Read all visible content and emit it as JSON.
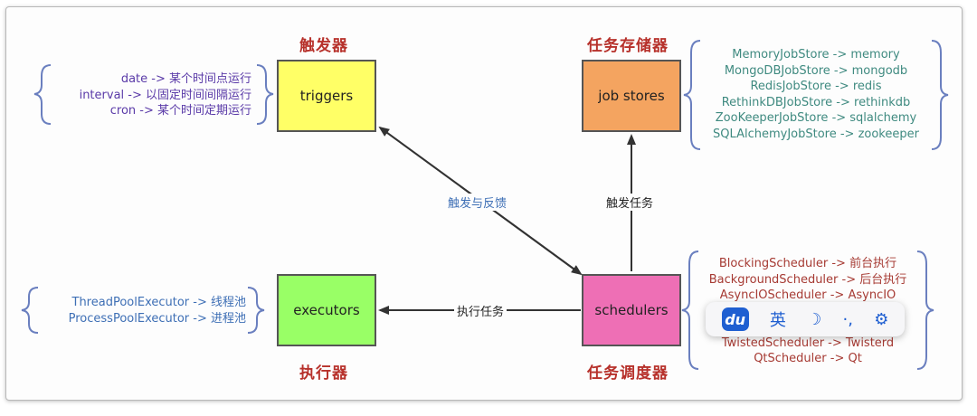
{
  "boxes": {
    "triggers": {
      "label": "triggers",
      "color": "#ffff66"
    },
    "job_stores": {
      "label": "job stores",
      "color": "#f4a460"
    },
    "executors": {
      "label": "executors",
      "color": "#99ff66"
    },
    "schedulers": {
      "label": "schedulers",
      "color": "#ee6fb5"
    }
  },
  "titles": {
    "triggers": "触发器",
    "job_stores": "任务存储器",
    "executors": "执行器",
    "schedulers": "任务调度器"
  },
  "trigger_list": [
    "date -> 某个时间点运行",
    "interval -> 以固定时间间隔运行",
    "cron -> 某个时间定期运行"
  ],
  "jobstore_list": [
    "MemoryJobStore -> memory",
    "MongoDBJobStore -> mongodb",
    "RedisJobStore -> redis",
    "RethinkDBJobStore -> rethinkdb",
    "ZooKeeperJobStore -> sqlalchemy",
    "SQLAlchemyJobStore -> zookeeper"
  ],
  "executor_list": [
    "ThreadPoolExecutor -> 线程池",
    "ProcessPoolExecutor -> 进程池"
  ],
  "scheduler_list": [
    "BlockingScheduler -> 前台执行",
    "BackgroundScheduler -> 后台执行",
    "AsyncIOScheduler -> AsyncIO",
    "",
    "",
    "TwistedScheduler -> Twisterd",
    "QtScheduler -> Qt"
  ],
  "edges": {
    "trigger_feedback": "触发与反馈",
    "trigger_task": "触发任务",
    "execute_task": "执行任务"
  },
  "ime_toolbar": {
    "logo": "du",
    "lang": "英",
    "moon": "☽",
    "punct": "·,",
    "settings": "⚙"
  },
  "colors": {
    "title_red": "#b7312b",
    "brace_blue": "#6a7fbf",
    "edge_blue": "#3e6fb5"
  }
}
